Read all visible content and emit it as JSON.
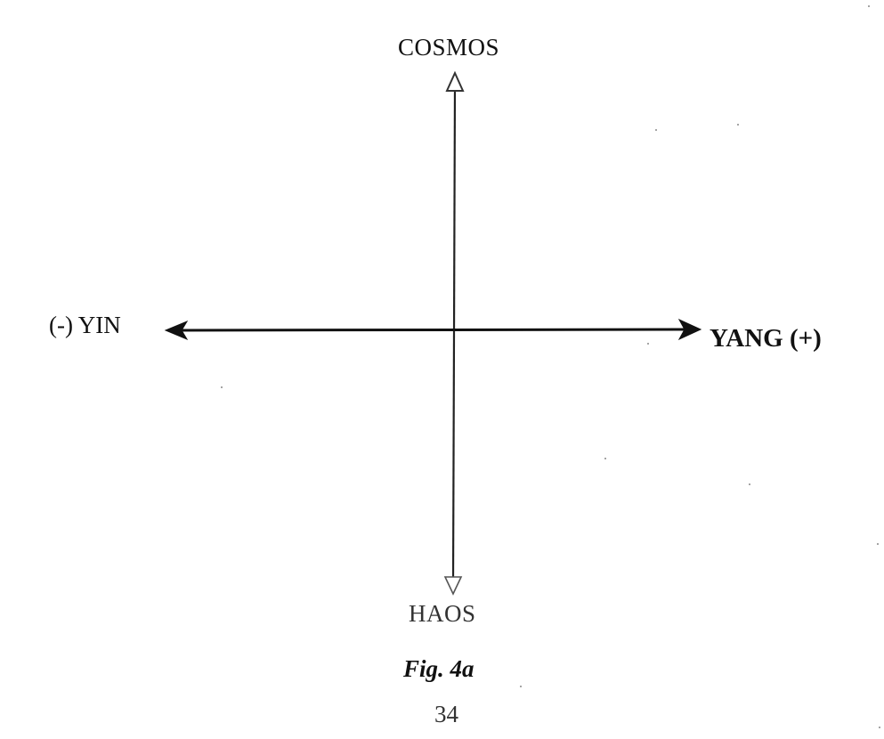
{
  "diagram": {
    "labels": {
      "top": "COSMOS",
      "bottom": "HAOS",
      "left": "(-) YIN",
      "right": "YANG (+)"
    },
    "caption": "Fig. 4a",
    "page_number": "34"
  }
}
